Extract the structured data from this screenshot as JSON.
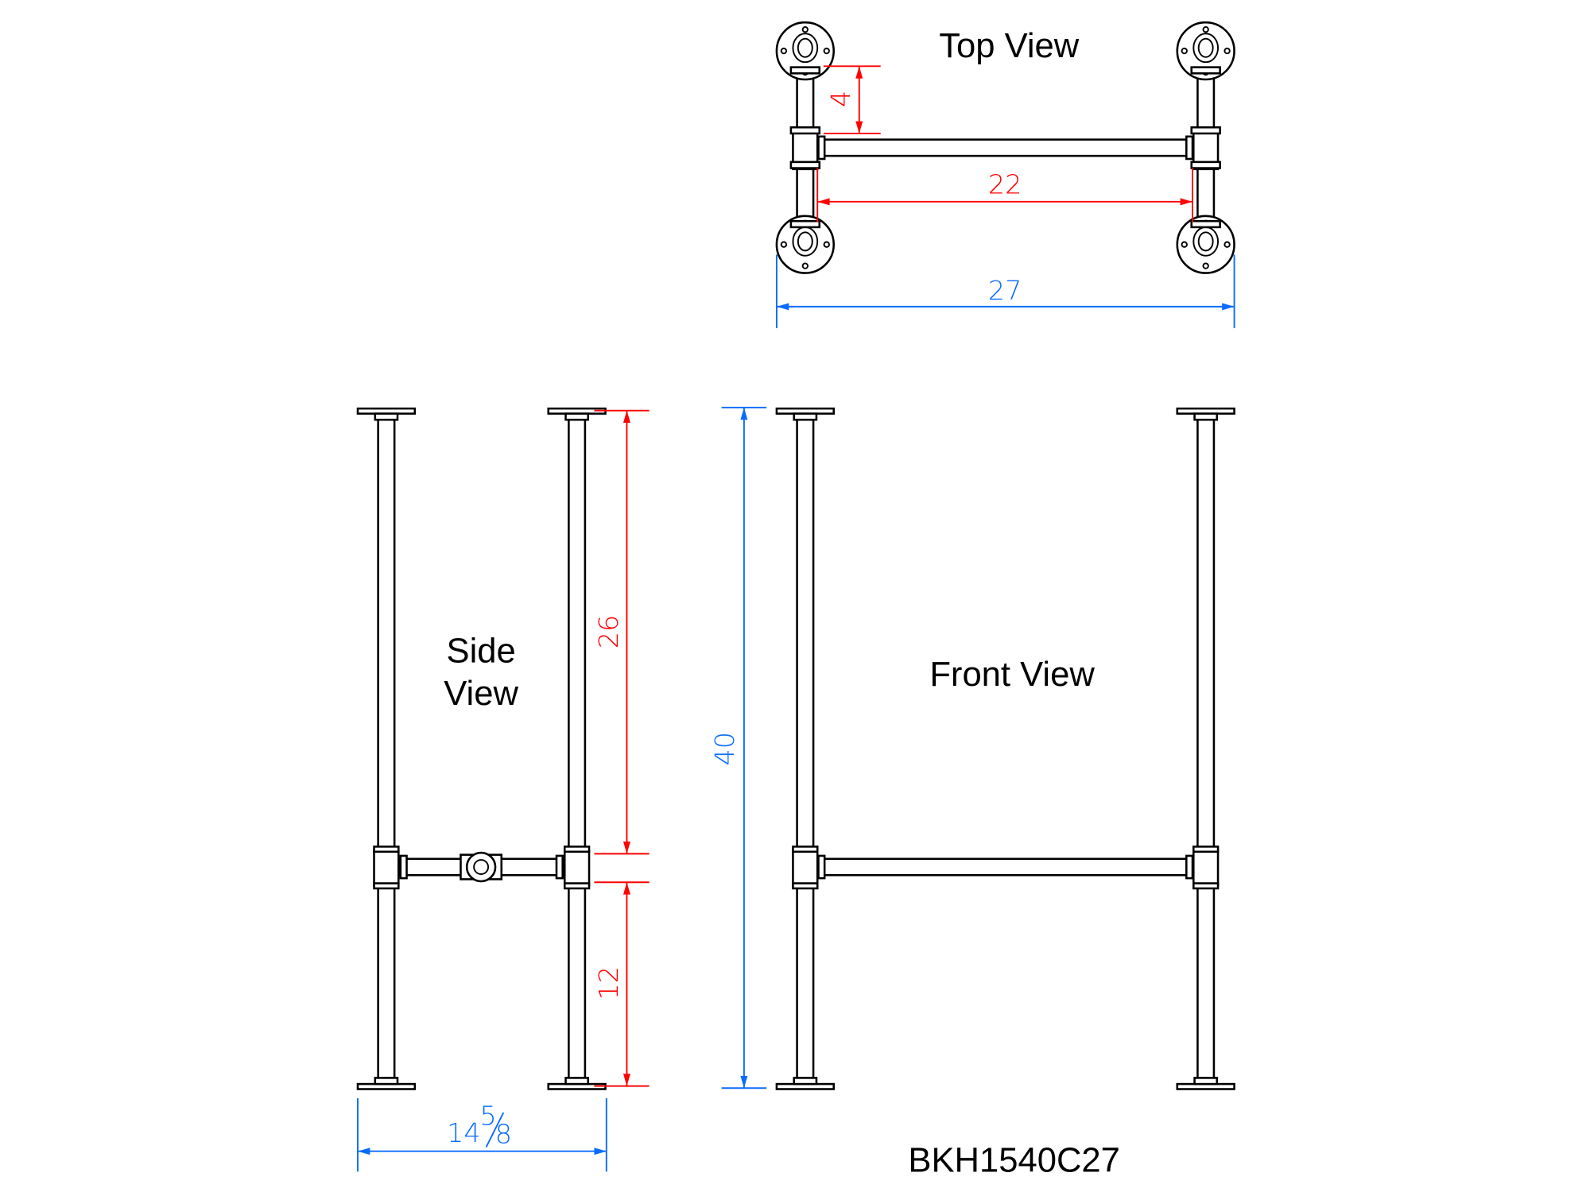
{
  "labels": {
    "top_view": "Top View",
    "side_view_line1": "Side",
    "side_view_line2": "View",
    "front_view": "Front View",
    "model_number": "BKH1540C27"
  },
  "dimensions": {
    "top_offset": "4",
    "top_inner_width": "22",
    "overall_width": "27",
    "upper_height": "26",
    "lower_height": "12",
    "overall_height": "40",
    "depth_whole": "14",
    "depth_fraction_num": "5",
    "depth_fraction_den": "8"
  },
  "colors": {
    "red_dimension": "#ff0000",
    "blue_dimension": "#0a6cff",
    "line": "#000000"
  }
}
